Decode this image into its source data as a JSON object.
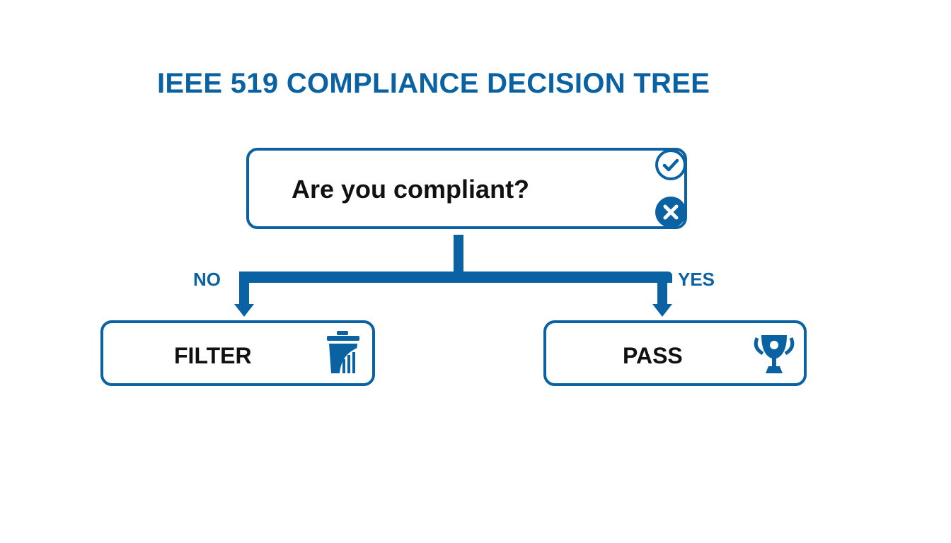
{
  "title": "IEEE 519 COMPLIANCE DECISION TREE",
  "question": {
    "text": "Are you compliant?",
    "icons": [
      "check-circle-icon",
      "x-circle-icon"
    ]
  },
  "branches": {
    "no": {
      "label": "NO",
      "result": "FILTER",
      "icon": "filter-bin-icon"
    },
    "yes": {
      "label": "YES",
      "result": "PASS",
      "icon": "trophy-icon"
    }
  },
  "colors": {
    "accent": "#0b62a3",
    "text": "#111111",
    "background": "#ffffff"
  }
}
